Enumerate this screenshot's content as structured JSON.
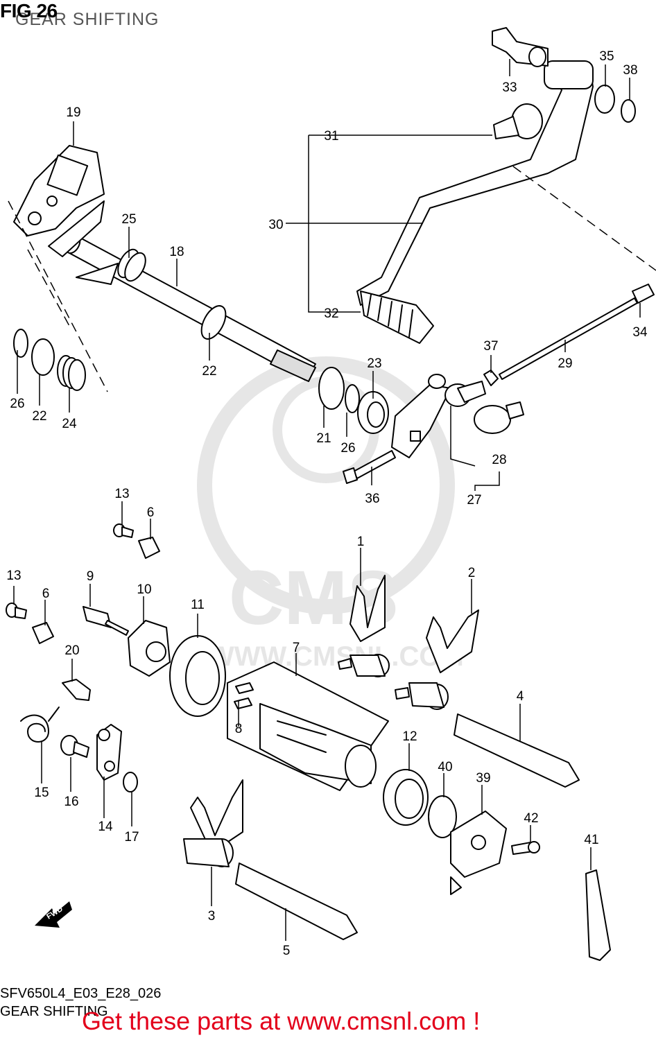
{
  "header": {
    "fig_label": "FIG 26",
    "fig_subtitle": "GEAR SHIFTING"
  },
  "footer": {
    "model_code": "SFV650L4_E03_E28_026",
    "title": "GEAR SHIFTING",
    "promo_text": "Get these parts at www.cmsnl.com !"
  },
  "watermark": {
    "brand": "CMS",
    "url": "WWW.CMSNL.COM"
  },
  "direction_arrow": "FWD",
  "colors": {
    "promo": "#e3001b",
    "line": "#000000",
    "watermark": "#e6e6e6"
  },
  "callouts": {
    "p1": "1",
    "p2": "2",
    "p3": "3",
    "p4": "4",
    "p5": "5",
    "p6a": "6",
    "p6b": "6",
    "p7": "7",
    "p8": "8",
    "p9": "9",
    "p10": "10",
    "p11": "11",
    "p12": "12",
    "p13a": "13",
    "p13b": "13",
    "p14": "14",
    "p15": "15",
    "p16": "16",
    "p17": "17",
    "p18": "18",
    "p19": "19",
    "p20": "20",
    "p21": "21",
    "p22a": "22",
    "p22b": "22",
    "p23": "23",
    "p24": "24",
    "p25": "25",
    "p26a": "26",
    "p26b": "26",
    "p27": "27",
    "p28": "28",
    "p29": "29",
    "p30": "30",
    "p31": "31",
    "p32": "32",
    "p33": "33",
    "p34": "34",
    "p35": "35",
    "p36": "36",
    "p37": "37",
    "p38": "38",
    "p39": "39",
    "p40": "40",
    "p41": "41",
    "p42": "42"
  }
}
